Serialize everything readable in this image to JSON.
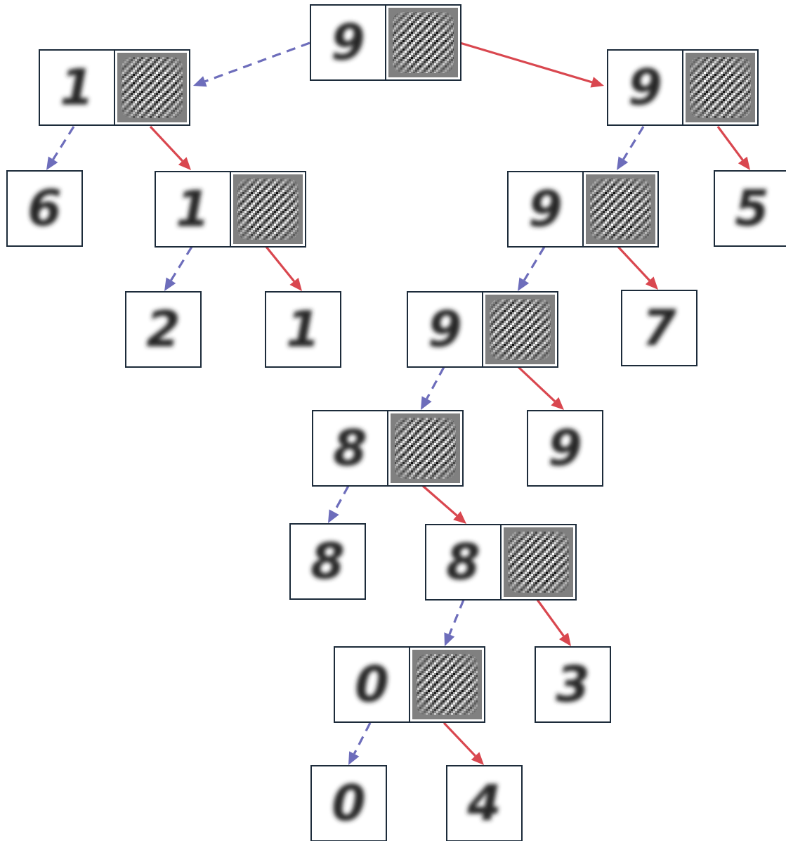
{
  "colors": {
    "left_edge": "#6d6dbb",
    "right_edge": "#d9474f",
    "frame": "#1c2b3a",
    "digit": "#262626",
    "filter_bg": "#808080"
  },
  "nodes": {
    "root": {
      "prototype": "9",
      "has_filter": true
    },
    "n1": {
      "prototype": "1",
      "has_filter": true
    },
    "n9a": {
      "prototype": "9",
      "has_filter": true
    },
    "n1b": {
      "prototype": "1",
      "has_filter": true
    },
    "n9b": {
      "prototype": "9",
      "has_filter": true
    },
    "n9c": {
      "prototype": "9",
      "has_filter": true
    },
    "n8": {
      "prototype": "8",
      "has_filter": true
    },
    "n8b": {
      "prototype": "8",
      "has_filter": true
    },
    "n0": {
      "prototype": "0",
      "has_filter": true
    },
    "leaf6": {
      "prototype": "6",
      "has_filter": false
    },
    "leaf5": {
      "prototype": "5",
      "has_filter": false
    },
    "leaf2": {
      "prototype": "2",
      "has_filter": false
    },
    "leaf1": {
      "prototype": "1",
      "has_filter": false
    },
    "leaf7": {
      "prototype": "7",
      "has_filter": false
    },
    "leaf9": {
      "prototype": "9",
      "has_filter": false
    },
    "leaf8": {
      "prototype": "8",
      "has_filter": false
    },
    "leaf3": {
      "prototype": "3",
      "has_filter": false
    },
    "leafz": {
      "prototype": "0",
      "has_filter": false
    },
    "leaf4": {
      "prototype": "4",
      "has_filter": false
    }
  },
  "edges": [
    {
      "from": "root",
      "to": "n1",
      "branch": "left"
    },
    {
      "from": "root",
      "to": "n9a",
      "branch": "right"
    },
    {
      "from": "n1",
      "to": "leaf6",
      "branch": "left"
    },
    {
      "from": "n1",
      "to": "n1b",
      "branch": "right"
    },
    {
      "from": "n1b",
      "to": "leaf2",
      "branch": "left"
    },
    {
      "from": "n1b",
      "to": "leaf1",
      "branch": "right"
    },
    {
      "from": "n9a",
      "to": "n9b",
      "branch": "left"
    },
    {
      "from": "n9a",
      "to": "leaf5",
      "branch": "right"
    },
    {
      "from": "n9b",
      "to": "n9c",
      "branch": "left"
    },
    {
      "from": "n9b",
      "to": "leaf7",
      "branch": "right"
    },
    {
      "from": "n9c",
      "to": "n8",
      "branch": "left"
    },
    {
      "from": "n9c",
      "to": "leaf9",
      "branch": "right"
    },
    {
      "from": "n8",
      "to": "leaf8",
      "branch": "left"
    },
    {
      "from": "n8",
      "to": "n8b",
      "branch": "right"
    },
    {
      "from": "n8b",
      "to": "n0",
      "branch": "left"
    },
    {
      "from": "n8b",
      "to": "leaf3",
      "branch": "right"
    },
    {
      "from": "n0",
      "to": "leafz",
      "branch": "left"
    },
    {
      "from": "n0",
      "to": "leaf4",
      "branch": "right"
    }
  ]
}
